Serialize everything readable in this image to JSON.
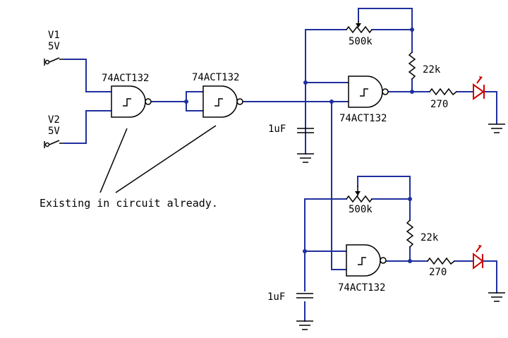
{
  "sources": {
    "v1": {
      "name": "V1",
      "value": "5V"
    },
    "v2": {
      "name": "V2",
      "value": "5V"
    }
  },
  "parts": {
    "gate_part": "74ACT132",
    "pot_value": "500k",
    "resistor_22k": "22k",
    "resistor_270": "270",
    "capacitor_value": "1uF"
  },
  "annotation": "Existing in circuit already.",
  "colors": {
    "wire": "#1f2f9f",
    "led": "#cc0000",
    "component": "#000000"
  }
}
